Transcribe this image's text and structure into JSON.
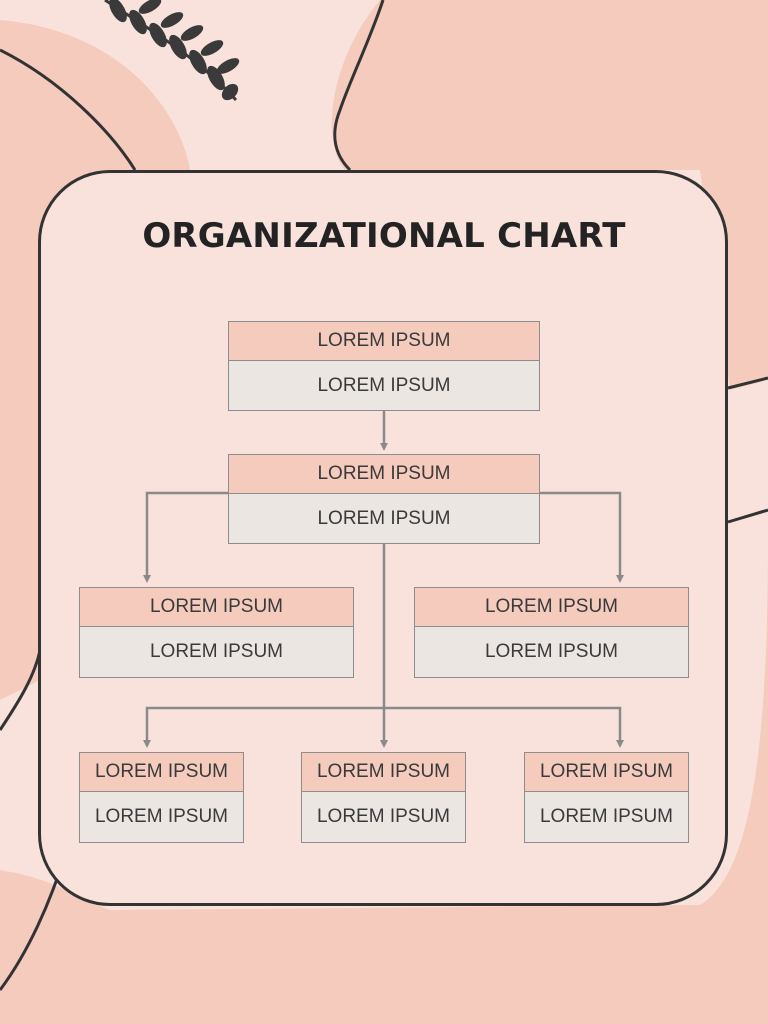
{
  "title": "ORGANIZATIONAL CHART",
  "colors": {
    "background": "#f9e2dc",
    "blob": "#f4cbbd",
    "node_header": "#f4cbbd",
    "node_body": "#ece6e2",
    "outline": "#333333",
    "connector": "#8a8a8a"
  },
  "nodes": [
    {
      "id": "n1",
      "header": "LOREM IPSUM",
      "body": "LOREM IPSUM"
    },
    {
      "id": "n2",
      "header": "LOREM IPSUM",
      "body": "LOREM IPSUM"
    },
    {
      "id": "n3",
      "header": "LOREM IPSUM",
      "body": "LOREM IPSUM"
    },
    {
      "id": "n4",
      "header": "LOREM IPSUM",
      "body": "LOREM IPSUM"
    },
    {
      "id": "n5",
      "header": "LOREM IPSUM",
      "body": "LOREM IPSUM"
    },
    {
      "id": "n6",
      "header": "LOREM IPSUM",
      "body": "LOREM IPSUM"
    },
    {
      "id": "n7",
      "header": "LOREM IPSUM",
      "body": "LOREM IPSUM"
    }
  ],
  "edges": [
    [
      "n1",
      "n2"
    ],
    [
      "n2",
      "n3"
    ],
    [
      "n2",
      "n4"
    ],
    [
      "n2",
      "n5"
    ],
    [
      "n2",
      "n6"
    ],
    [
      "n2",
      "n7"
    ]
  ],
  "decorations": [
    "leaf-sprig-icon"
  ]
}
